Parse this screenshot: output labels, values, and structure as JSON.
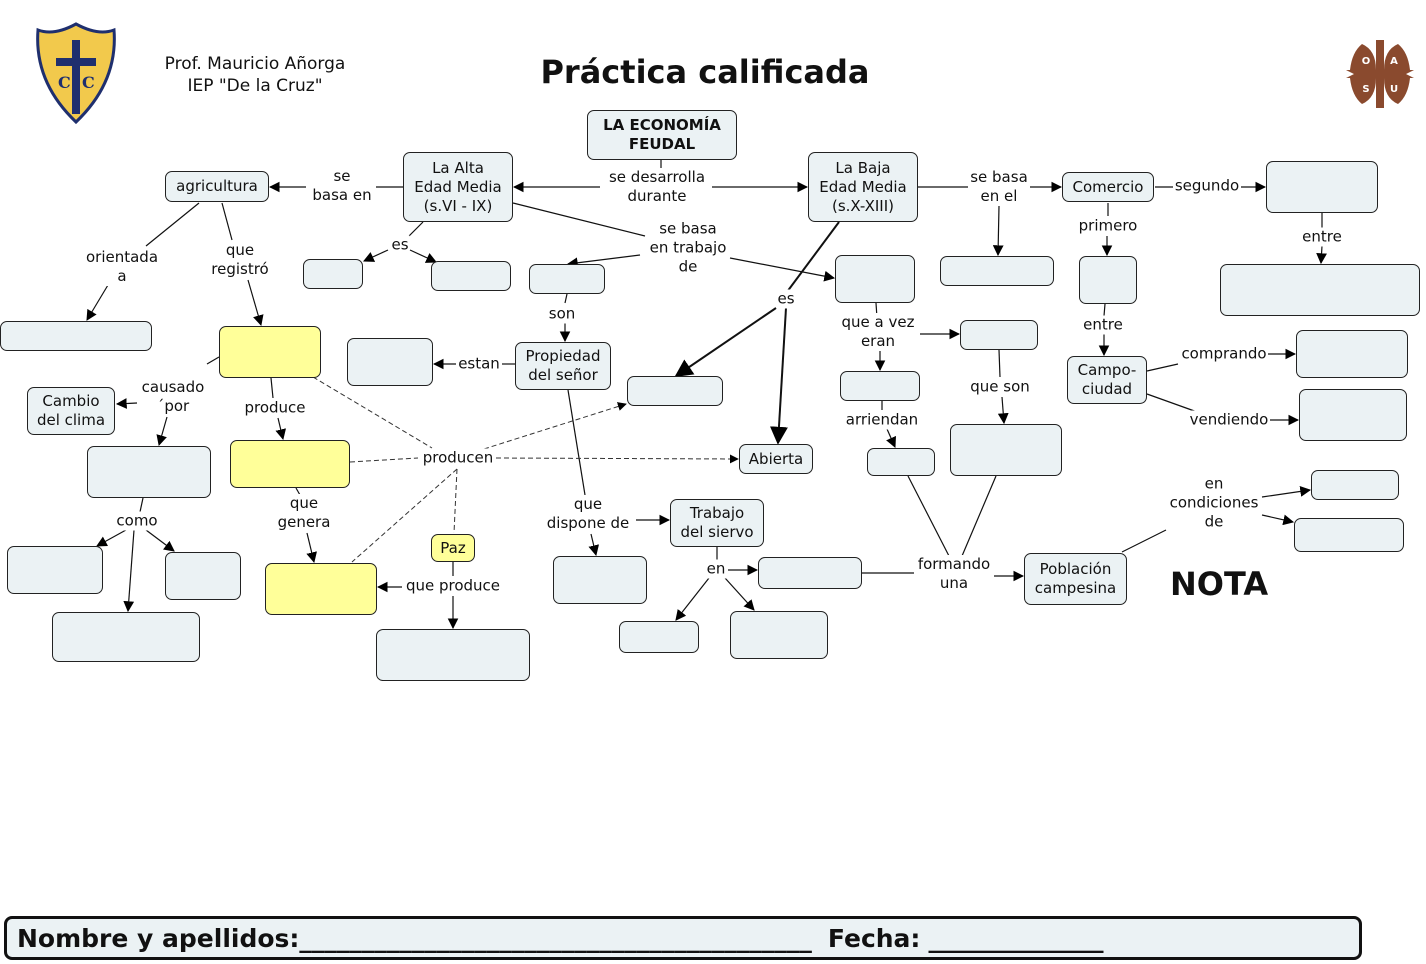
{
  "header": {
    "author_line1": "Prof. Mauricio Añorga",
    "author_line2": "IEP \"De la Cruz\"",
    "title": "Práctica calificada",
    "left_logo": "school-crest-logo",
    "right_logo": "oasu-cross-logo",
    "right_logo_letters": [
      "O",
      "A",
      "S",
      "U"
    ]
  },
  "nota_label": "NOTA",
  "colors": {
    "node_fill": "#ebf2f4",
    "highlight_fill": "#ffff99",
    "crest_gold": "#f2c94c",
    "crest_blue": "#1f2f6e",
    "right_logo_brown": "#8a4a2e"
  },
  "nodes": {
    "main": "LA ECONOMÍA\nFEUDAL",
    "alta": "La Alta\nEdad Media\n(s.VI - IX)",
    "baja": "La Baja\nEdad Media\n(s.X-XIII)",
    "agricultura": "agricultura",
    "comercio": "Comercio",
    "cambio_clima": "Cambio\ndel clima",
    "propiedad": "Propiedad\ndel señor",
    "abierta": "Abierta",
    "campo_ciudad": "Campo-\nciudad",
    "trabajo_siervo": "Trabajo\ndel siervo",
    "poblacion": "Población\ncampesina",
    "paz": "Paz",
    "blank": ""
  },
  "links": {
    "se_basa_en": "se\nbasa en",
    "se_desarrolla": "se desarrolla\ndurante",
    "se_basa_en_el": "se basa\nen el",
    "segundo": "segundo",
    "primero": "primero",
    "entre_top": "entre",
    "entre_mid": "entre",
    "es_alta": "es",
    "se_basa_trabajo": "se basa\nen trabajo\nde",
    "es_baja": "es",
    "orientada": "orientada\na",
    "que_registro": "que\nregistró",
    "son": "son",
    "estan": "estan",
    "que_a_vez": "que a vez\neran",
    "comprando": "comprando",
    "vendiendo": "vendiendo",
    "causado": "causado\n´por",
    "produce": "produce",
    "que_son": "que son",
    "arriendan": "arriendan",
    "producen": "producen",
    "como": "como",
    "que_genera": "que\ngenera",
    "que_dispone": "que\ndispone de",
    "en_condiciones": "en\ncondiciones\nde",
    "en": "en",
    "formando": "formando\nuna",
    "que_produce": "que produce"
  },
  "footer": {
    "name_label": "Nombre y apellidos:",
    "name_blank": "_________________________________________",
    "date_label": "Fecha:",
    "date_blank": "______________"
  }
}
